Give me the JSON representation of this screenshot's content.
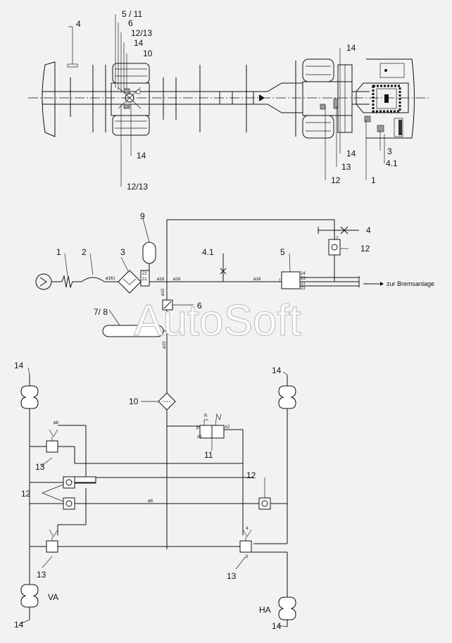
{
  "chassis": {
    "callouts": {
      "c4": "4",
      "c5_11": "5 / 11",
      "c6": "6",
      "c12_13_top": "12/13",
      "c14_top_left": "14",
      "c10": "10",
      "c14_bottom_left": "14",
      "c12_13_bottom": "12/13",
      "c14_top_right": "14",
      "c14_bottom_right": "14",
      "c13": "13",
      "c12": "12",
      "c1": "1",
      "c3": "3",
      "c4_1": "4.1"
    }
  },
  "schematic": {
    "callouts": {
      "c1": "1",
      "c2": "2",
      "c3": "3",
      "c9": "9",
      "c4_1": "4.1",
      "c5": "5",
      "c4": "4",
      "c12_top": "12",
      "c7_8": "7/ 8",
      "c6": "6",
      "c10": "10",
      "c11": "11",
      "c14_top_left": "14",
      "c14_top_right": "14",
      "c13_upper_left": "13",
      "c12_left": "12",
      "c12_right": "12",
      "c13_lower_left": "13",
      "c13_lower_right": "13",
      "c14_bottom_left": "14",
      "c14_bottom_right": "14",
      "va": "VA",
      "ha": "HA"
    },
    "brake_system_label": "zur Bremsanlage",
    "line_sizes": {
      "d16a": "ø16",
      "d16b": "ø16",
      "d16c": "ø16",
      "d10a": "ø10",
      "d10b": "ø10",
      "d16d": "ø161",
      "d8": "ø8",
      "d6": "ø6"
    },
    "port_numbers": {
      "p22": "22",
      "p21": "21",
      "p24": "24",
      "p23": "23",
      "p21b": "21",
      "p22b": "22",
      "p1": "1",
      "p2": "2",
      "p4": "4",
      "p3": "3"
    },
    "valve11_ports": {
      "p": "P",
      "r": "R",
      "a1": "A1",
      "a2": "A2"
    }
  },
  "watermark": "AutoSoft"
}
